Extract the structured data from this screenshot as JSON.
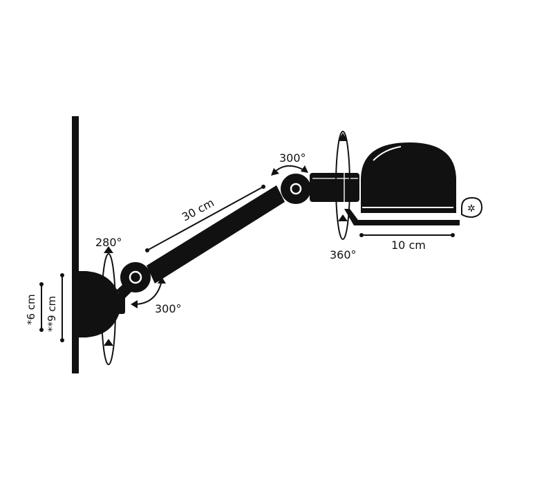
{
  "colors": {
    "ink": "#111111",
    "background": "#ffffff",
    "highlight": "#ffffff"
  },
  "icons": {
    "base_rotation": "rotation-ellipse-icon",
    "shade_rotation": "rotation-ellipse-icon",
    "joint_swing": "curved-arrow-icon",
    "bulb": "bulb-badge-icon"
  },
  "labels": {
    "base_rotation": "280°",
    "elbow_lower_rotation": "300°",
    "arm_length": "30 cm",
    "elbow_upper_rotation": "300°",
    "shade_rotation": "360°",
    "shade_width": "10 cm",
    "base_height_inner": "*6 cm",
    "base_height_outer": "**9 cm"
  }
}
